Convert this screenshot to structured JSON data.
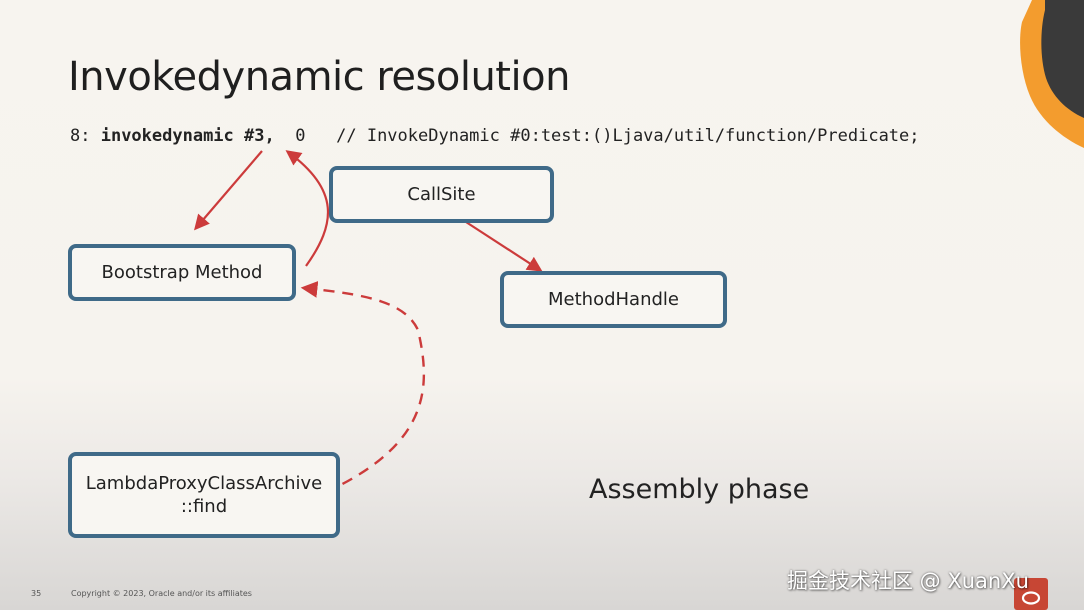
{
  "slide": {
    "title": "Invokedynamic resolution",
    "code_line": {
      "prefix": "8: ",
      "instruction": "invokedynamic #3,",
      "rest": "  0   // InvokeDynamic #0:test:()Ljava/util/function/Predicate;"
    },
    "boxes": {
      "callsite": "CallSite",
      "bootstrap_method": "Bootstrap Method",
      "method_handle": "MethodHandle",
      "lambda_proxy_line1": "LambdaProxyClassArchive",
      "lambda_proxy_line2": "::find"
    },
    "phase_label": "Assembly phase",
    "footer": {
      "slide_number": "35",
      "copyright": "Copyright © 2023, Oracle and/or its affiliates"
    }
  },
  "watermark": "掘金技术社区 @ XuanXu",
  "colors": {
    "box_border": "#3f6a88",
    "arrow": "#cc3b3b",
    "logo_orange": "#f39c2e",
    "logo_dark": "#3a3a3a",
    "oracle_red": "#c74634"
  }
}
